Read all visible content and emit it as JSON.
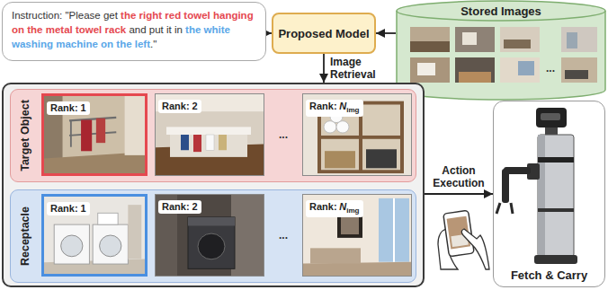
{
  "diagram": {
    "nodes": [
      {
        "text": [
          "Instruction: \"Please get",
          "the right red towel hanging on the metal towel rack",
          "and put it in",
          "the white washing machine on the left",
          ".\""
        ]
      },
      {
        "text": [
          "Proposed Model"
        ]
      },
      {
        "text": [
          "Stored Images"
        ]
      },
      {
        "text": []
      },
      {
        "text": [
          "Target Object"
        ],
        "in": 3
      },
      {
        "text": [
          "Rank: 1"
        ],
        "in": 4
      },
      {
        "text": [
          "Rank: 2"
        ],
        "in": 4
      },
      {
        "text": [
          "Rank:",
          "N",
          "img"
        ],
        "in": 4
      },
      {
        "text": [
          "Receptacle"
        ],
        "in": 3
      },
      {
        "text": [
          "Rank: 1"
        ],
        "in": 8
      },
      {
        "text": [
          "Rank: 2"
        ],
        "in": 8
      },
      {
        "text": [
          "Rank:",
          "N",
          "img"
        ],
        "in": 8
      },
      {
        "text": [
          "Fetch & Carry"
        ]
      }
    ],
    "edges": [
      {
        "from": 0,
        "to": 1,
        "arrow": "to"
      },
      {
        "from": 2,
        "to": 1,
        "arrow": "to"
      },
      {
        "from": 1,
        "to": 3,
        "arrow": "to",
        "label": "Image Retrieval"
      },
      {
        "from": 3,
        "to": 12,
        "arrow": "to",
        "label": "Action Execution"
      }
    ],
    "labels": [
      "...",
      "...",
      "..."
    ]
  }
}
